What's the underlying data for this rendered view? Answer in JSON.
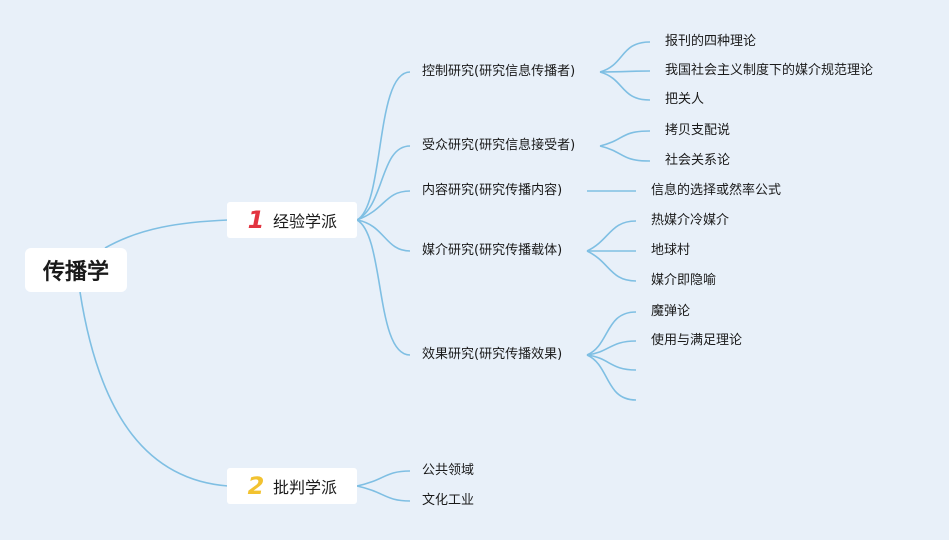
{
  "root": {
    "label": "传播学"
  },
  "branches": [
    {
      "number": "1",
      "label": "经验学派",
      "color": "#e23440",
      "children": [
        {
          "label": "控制研究(研究信息传播者)",
          "children": [
            "报刊的四种理论",
            "我国社会主义制度下的媒介规范理论",
            "把关人"
          ]
        },
        {
          "label": "受众研究(研究信息接受者)",
          "children": [
            "拷贝支配说",
            "社会关系论"
          ]
        },
        {
          "label": "内容研究(研究传播内容)",
          "children": [
            "信息的选择或然率公式"
          ]
        },
        {
          "label": "媒介研究(研究传播载体)",
          "children": [
            "热媒介冷媒介",
            "地球村",
            "媒介即隐喻"
          ]
        },
        {
          "label": "效果研究(研究传播效果)",
          "children": [
            "魔弹论",
            "使用与满足理论",
            "",
            ""
          ]
        }
      ]
    },
    {
      "number": "2",
      "label": "批判学派",
      "color": "#f2c230",
      "children": [
        {
          "label": "公共领域",
          "children": []
        },
        {
          "label": "文化工业",
          "children": []
        }
      ]
    }
  ],
  "colors": {
    "background": "#e8f0f9",
    "line": "#7fbfe3"
  }
}
